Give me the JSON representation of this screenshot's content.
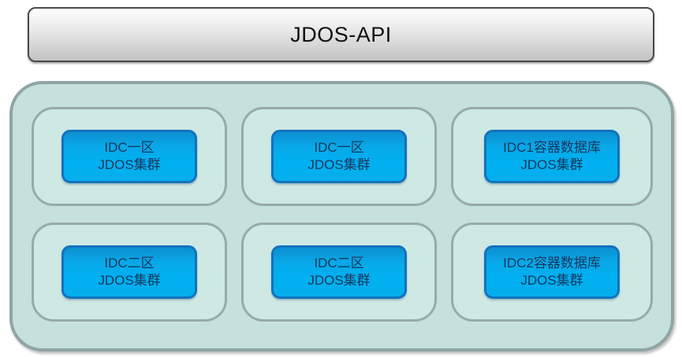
{
  "title_box": {
    "label": "JDOS-API"
  },
  "clusters": [
    {
      "label": "IDC一区\nJDOS集群"
    },
    {
      "label": "IDC一区\nJDOS集群"
    },
    {
      "label": "IDC1容器数据库\nJDOS集群"
    },
    {
      "label": "IDC二区\nJDOS集群"
    },
    {
      "label": "IDC二区\nJDOS集群"
    },
    {
      "label": "IDC2容器数据库\nJDOS集群"
    }
  ],
  "colors": {
    "button_fill": "#00b0f0",
    "button_border": "#1273bd",
    "button_text": "#17375e",
    "panel_fill": "#c5e0dd",
    "cell_fill": "#cee8e4",
    "panel_border": "#8fa5a4",
    "cell_border": "#97aaaa",
    "title_box_fill_top": "#fdfdfd",
    "title_box_fill_bottom": "#c3c3c3",
    "title_box_border": "#4a4a4a"
  }
}
